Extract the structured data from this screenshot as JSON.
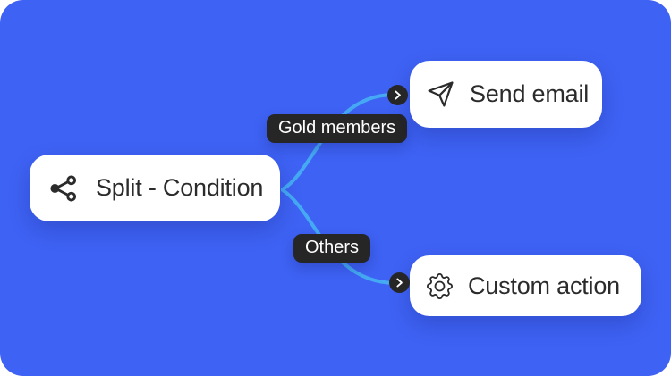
{
  "canvas": {
    "background_color": "#3e62f4",
    "connector_color": "#45aaf3",
    "node_background_color": "#ffffff",
    "node_text_color": "#2b2b2b",
    "label_bg_color": "#262626",
    "label_text_color": "#ffffff"
  },
  "nodes": {
    "split": {
      "label": "Split - Condition",
      "icon": "split-branch-icon"
    },
    "send_email": {
      "label": "Send email",
      "icon": "send-paper-plane-icon"
    },
    "custom_action": {
      "label": "Custom action",
      "icon": "gear-icon"
    }
  },
  "edges": {
    "gold": {
      "label": "Gold members",
      "from": "split",
      "to": "send_email"
    },
    "others": {
      "label": "Others",
      "from": "split",
      "to": "custom_action"
    }
  },
  "ports": {
    "icon": "chevron-right-icon"
  }
}
